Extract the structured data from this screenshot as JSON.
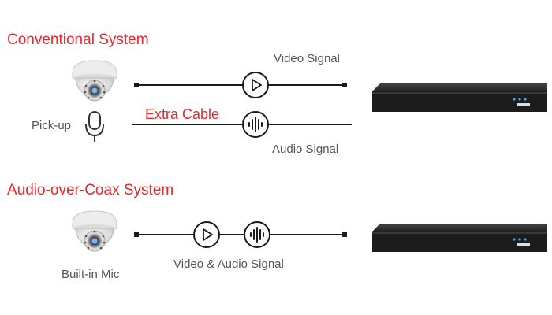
{
  "sections": {
    "conventional": {
      "title": "Conventional System",
      "video_signal": "Video Signal",
      "audio_signal": "Audio Signal",
      "extra_cable": "Extra Cable",
      "pickup": "Pick-up"
    },
    "coax": {
      "title": "Audio-over-Coax System",
      "combined_signal": "Video & Audio Signal",
      "builtin_mic": "Built-in Mic"
    }
  },
  "icons": {
    "camera": "dome-camera-icon",
    "mic": "microphone-icon",
    "play": "play-icon",
    "audio": "audio-wave-icon",
    "recorder": "nvr-recorder-icon"
  },
  "colors": {
    "accent": "#e8262a",
    "line": "#1a1a1a",
    "recorder": "#1c1c1c",
    "led": "#3aa0ff"
  }
}
